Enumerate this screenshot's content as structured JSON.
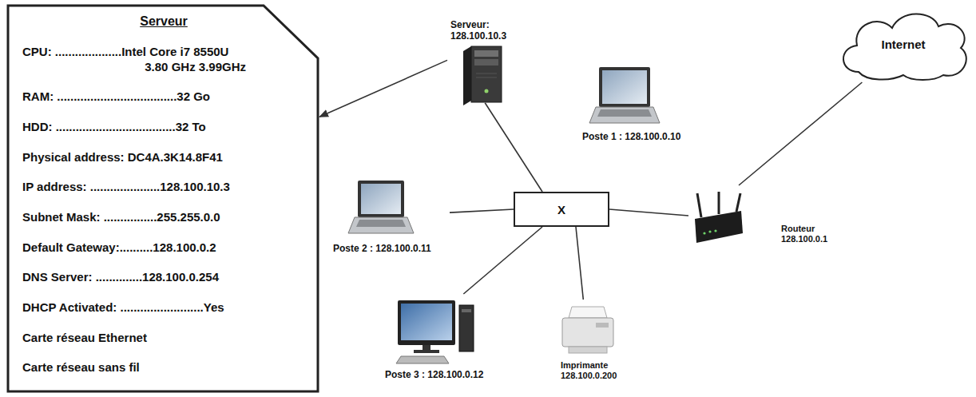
{
  "diagram": {
    "nodes": [
      {
        "text": [
          "Serveur",
          "CPU: ....................Intel Core i7 8550U 3.80 GHz 3.99GHz",
          "RAM: ....................................32 Go",
          "HDD: ....................................32 To",
          "Physical address: DC4A.3K14.8F41",
          "IP address: .....................128.100.10.3",
          "Subnet Mask: ................255.255.0.0",
          "Default Gateway:..........128.100.0.2",
          "DNS Server: ..............128.100.0.254",
          "DHCP Activated: .........................Yes",
          "Carte réseau Ethernet",
          "Carte réseau sans fil"
        ]
      },
      {
        "text": [
          "Serveur: 128.100.10.3"
        ]
      },
      {
        "text": [
          "Poste 1 : 128.100.0.10"
        ]
      },
      {
        "text": [
          "Internet"
        ]
      },
      {
        "text": [
          "Poste 2 : 128.100.0.11"
        ]
      },
      {
        "text": [
          "X"
        ]
      },
      {
        "text": [
          "Routeur 128.100.0.1"
        ]
      },
      {
        "text": [
          "Poste 3 : 128.100.0.12"
        ]
      },
      {
        "text": [
          "Imprimante 128.100.0.200"
        ]
      }
    ],
    "edges": [
      {
        "from": 1,
        "to": 0,
        "arrow": "to"
      },
      {
        "from": 1,
        "to": 5,
        "arrow": "none"
      },
      {
        "from": 4,
        "to": 5,
        "arrow": "none"
      },
      {
        "from": 5,
        "to": 6,
        "arrow": "none"
      },
      {
        "from": 6,
        "to": 3,
        "arrow": "none"
      },
      {
        "from": 5,
        "to": 7,
        "arrow": "none"
      },
      {
        "from": 5,
        "to": 8,
        "arrow": "none"
      }
    ]
  }
}
